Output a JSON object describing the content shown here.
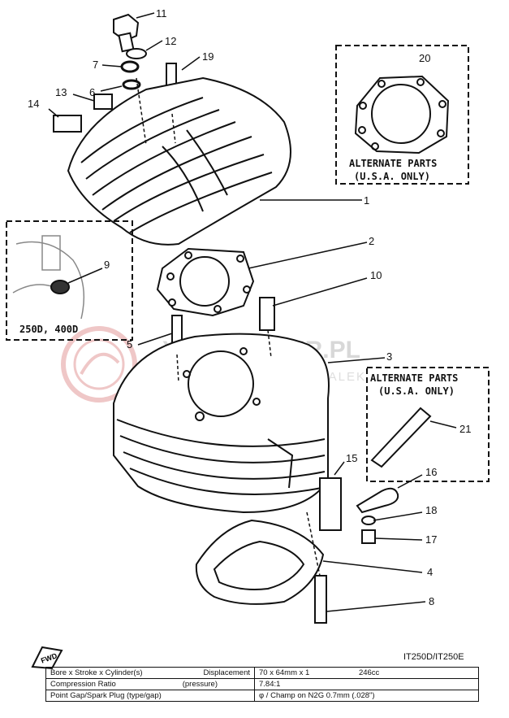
{
  "watermark": {
    "brand": "YAMA-SKLER.PL",
    "tagline": "WOJCIECHOWICZ I DZIALEK"
  },
  "callouts": [
    "11",
    "12",
    "19",
    "7",
    "6",
    "13",
    "14",
    "20",
    "1",
    "2",
    "9",
    "10",
    "5",
    "3",
    "21",
    "15",
    "16",
    "18",
    "17",
    "4",
    "8"
  ],
  "alternate_box_top": {
    "line1": "ALTERNATE PARTS",
    "line2": "(U.S.A. ONLY)"
  },
  "alternate_box_mid": {
    "line1": "ALTERNATE PARTS",
    "line2": "(U.S.A. ONLY)"
  },
  "inset_label": "250D, 400D",
  "fwd_label": "FWD",
  "model_code": "IT250D/IT250E",
  "specs": {
    "row1": {
      "key": "Bore x Stroke x Cylinder(s)",
      "sub": "Displacement",
      "value": "70 x 64mm x 1",
      "extra": "246cc"
    },
    "row2": {
      "key": "Compression Ratio",
      "sub": "(pressure)",
      "value": "7.84:1"
    },
    "row3": {
      "key": "Point Gap/Spark Plug (type/gap)",
      "value": "φ / Champ on N2G  0.7mm (.028\")"
    }
  },
  "colors": {
    "ink": "#111111",
    "watermark": "#d8d8d8",
    "logo": "#e39a9a"
  }
}
